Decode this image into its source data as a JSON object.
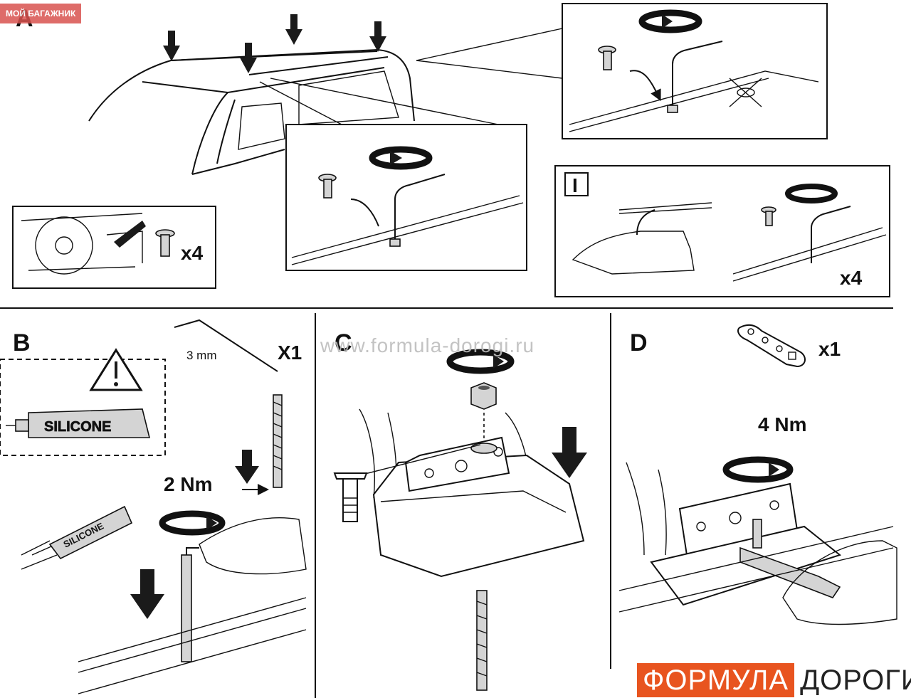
{
  "corner_tag": "МОЙ БАГАЖНИК",
  "watermark": "www.formula-dorogi.ru",
  "logo": {
    "part1": "ФОРМУЛА",
    "part2": "ДОРОГИ"
  },
  "section_a": {
    "label": "A",
    "screw_count": "x4"
  },
  "section_i": {
    "label": "I",
    "count": "x4"
  },
  "section_b": {
    "label": "B",
    "hex_key_size": "3 mm",
    "hex_key_count": "X1",
    "silicone_text": "SILICONE",
    "torque": "2 Nm"
  },
  "section_c": {
    "label": "C"
  },
  "section_d": {
    "label": "D",
    "tool_count": "x1",
    "torque": "4 Nm"
  }
}
